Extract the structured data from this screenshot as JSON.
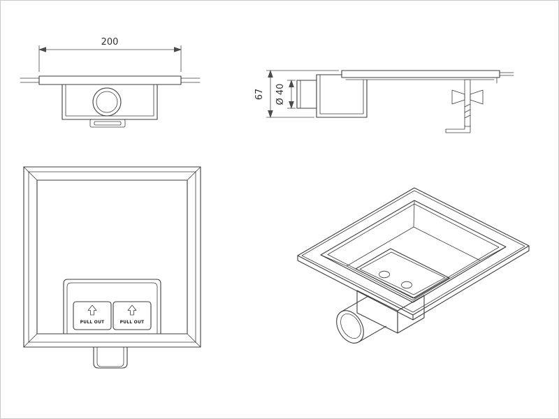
{
  "page": {
    "background": "#ffffff",
    "line_color": "#3d3d3d",
    "dim_color": "#4a4a4a"
  },
  "views": {
    "front_elevation": {
      "dim_width": "200"
    },
    "side_elevation": {
      "dim_height": "67",
      "dim_diameter": "Ø 40"
    },
    "plan_view": {
      "pull_tabs": [
        {
          "label": "PULL OUT"
        },
        {
          "label": "PULL OUT"
        }
      ]
    }
  }
}
